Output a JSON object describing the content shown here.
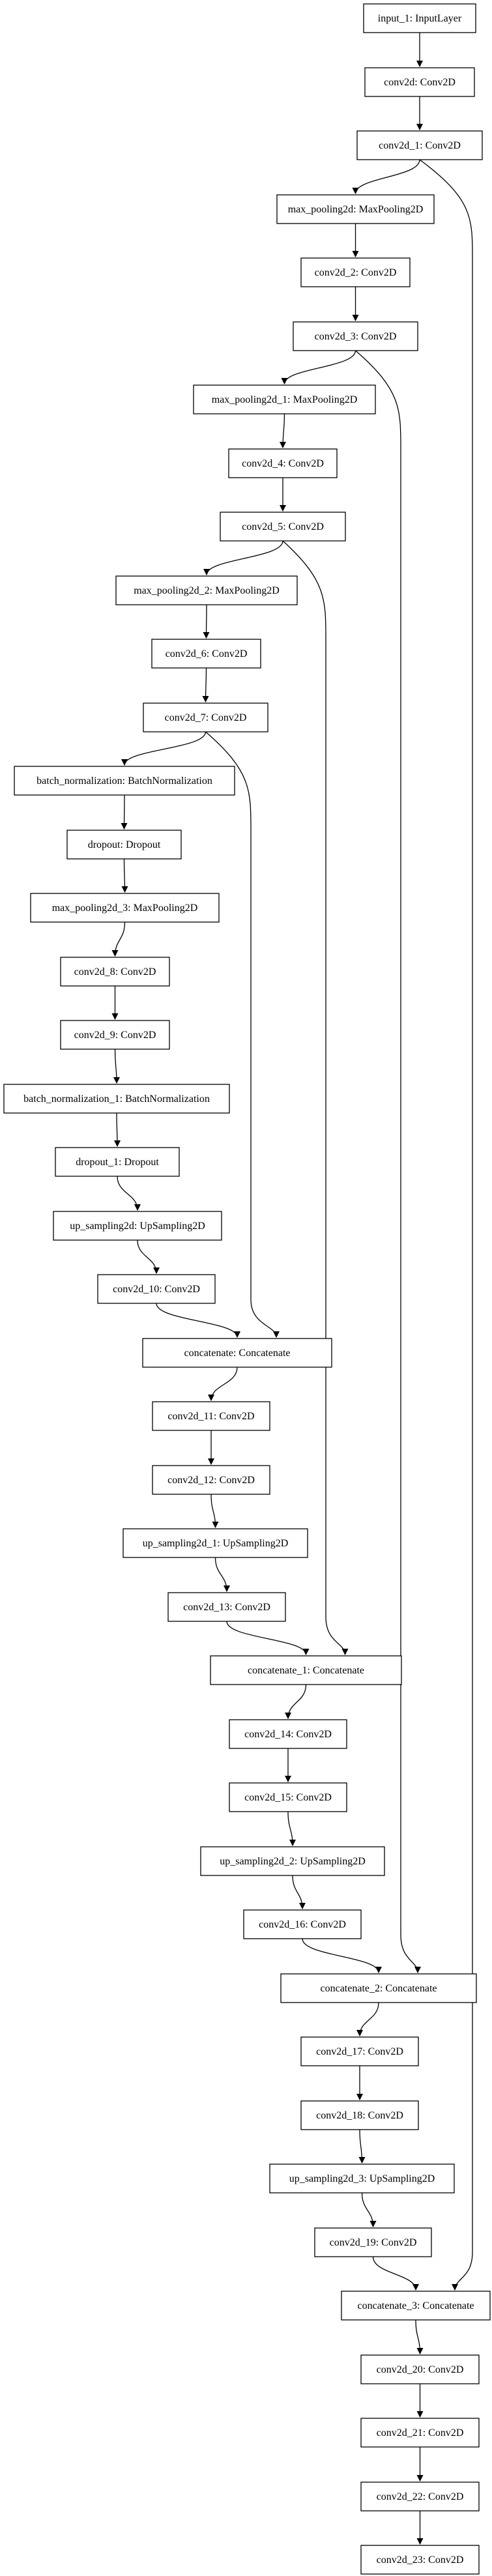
{
  "nodes": [
    {
      "id": "n0",
      "label": "input_1: InputLayer"
    },
    {
      "id": "n1",
      "label": "conv2d: Conv2D"
    },
    {
      "id": "n2",
      "label": "conv2d_1: Conv2D"
    },
    {
      "id": "n3",
      "label": "max_pooling2d: MaxPooling2D"
    },
    {
      "id": "n4",
      "label": "conv2d_2: Conv2D"
    },
    {
      "id": "n5",
      "label": "conv2d_3: Conv2D"
    },
    {
      "id": "n6",
      "label": "max_pooling2d_1: MaxPooling2D"
    },
    {
      "id": "n7",
      "label": "conv2d_4: Conv2D"
    },
    {
      "id": "n8",
      "label": "conv2d_5: Conv2D"
    },
    {
      "id": "n9",
      "label": "max_pooling2d_2: MaxPooling2D"
    },
    {
      "id": "n10",
      "label": "conv2d_6: Conv2D"
    },
    {
      "id": "n11",
      "label": "conv2d_7: Conv2D"
    },
    {
      "id": "n12",
      "label": "batch_normalization: BatchNormalization"
    },
    {
      "id": "n13",
      "label": "dropout: Dropout"
    },
    {
      "id": "n14",
      "label": "max_pooling2d_3: MaxPooling2D"
    },
    {
      "id": "n15",
      "label": "conv2d_8: Conv2D"
    },
    {
      "id": "n16",
      "label": "conv2d_9: Conv2D"
    },
    {
      "id": "n17",
      "label": "batch_normalization_1: BatchNormalization"
    },
    {
      "id": "n18",
      "label": "dropout_1: Dropout"
    },
    {
      "id": "n19",
      "label": "up_sampling2d: UpSampling2D"
    },
    {
      "id": "n20",
      "label": "conv2d_10: Conv2D"
    },
    {
      "id": "n21",
      "label": "concatenate: Concatenate"
    },
    {
      "id": "n22",
      "label": "conv2d_11: Conv2D"
    },
    {
      "id": "n23",
      "label": "conv2d_12: Conv2D"
    },
    {
      "id": "n24",
      "label": "up_sampling2d_1: UpSampling2D"
    },
    {
      "id": "n25",
      "label": "conv2d_13: Conv2D"
    },
    {
      "id": "n26",
      "label": "concatenate_1: Concatenate"
    },
    {
      "id": "n27",
      "label": "conv2d_14: Conv2D"
    },
    {
      "id": "n28",
      "label": "conv2d_15: Conv2D"
    },
    {
      "id": "n29",
      "label": "up_sampling2d_2: UpSampling2D"
    },
    {
      "id": "n30",
      "label": "conv2d_16: Conv2D"
    },
    {
      "id": "n31",
      "label": "concatenate_2: Concatenate"
    },
    {
      "id": "n32",
      "label": "conv2d_17: Conv2D"
    },
    {
      "id": "n33",
      "label": "conv2d_18: Conv2D"
    },
    {
      "id": "n34",
      "label": "up_sampling2d_3: UpSampling2D"
    },
    {
      "id": "n35",
      "label": "conv2d_19: Conv2D"
    },
    {
      "id": "n36",
      "label": "concatenate_3: Concatenate"
    },
    {
      "id": "n37",
      "label": "conv2d_20: Conv2D"
    },
    {
      "id": "n38",
      "label": "conv2d_21: Conv2D"
    },
    {
      "id": "n39",
      "label": "conv2d_22: Conv2D"
    },
    {
      "id": "n40",
      "label": "conv2d_23: Conv2D"
    }
  ],
  "edges": [
    [
      "n0",
      "n1"
    ],
    [
      "n1",
      "n2"
    ],
    [
      "n2",
      "n3"
    ],
    [
      "n3",
      "n4"
    ],
    [
      "n4",
      "n5"
    ],
    [
      "n5",
      "n6"
    ],
    [
      "n6",
      "n7"
    ],
    [
      "n7",
      "n8"
    ],
    [
      "n8",
      "n9"
    ],
    [
      "n9",
      "n10"
    ],
    [
      "n10",
      "n11"
    ],
    [
      "n11",
      "n12"
    ],
    [
      "n12",
      "n13"
    ],
    [
      "n13",
      "n14"
    ],
    [
      "n14",
      "n15"
    ],
    [
      "n15",
      "n16"
    ],
    [
      "n16",
      "n17"
    ],
    [
      "n17",
      "n18"
    ],
    [
      "n18",
      "n19"
    ],
    [
      "n19",
      "n20"
    ],
    [
      "n20",
      "n21"
    ],
    [
      "n11",
      "n21"
    ],
    [
      "n21",
      "n22"
    ],
    [
      "n22",
      "n23"
    ],
    [
      "n23",
      "n24"
    ],
    [
      "n24",
      "n25"
    ],
    [
      "n25",
      "n26"
    ],
    [
      "n8",
      "n26"
    ],
    [
      "n26",
      "n27"
    ],
    [
      "n27",
      "n28"
    ],
    [
      "n28",
      "n29"
    ],
    [
      "n29",
      "n30"
    ],
    [
      "n30",
      "n31"
    ],
    [
      "n5",
      "n31"
    ],
    [
      "n31",
      "n32"
    ],
    [
      "n32",
      "n33"
    ],
    [
      "n33",
      "n34"
    ],
    [
      "n34",
      "n35"
    ],
    [
      "n35",
      "n36"
    ],
    [
      "n2",
      "n36"
    ],
    [
      "n36",
      "n37"
    ],
    [
      "n37",
      "n38"
    ],
    [
      "n38",
      "n39"
    ],
    [
      "n39",
      "n40"
    ]
  ],
  "colors": {
    "stroke": "#000000",
    "background": "#ffffff",
    "text": "#000000"
  }
}
